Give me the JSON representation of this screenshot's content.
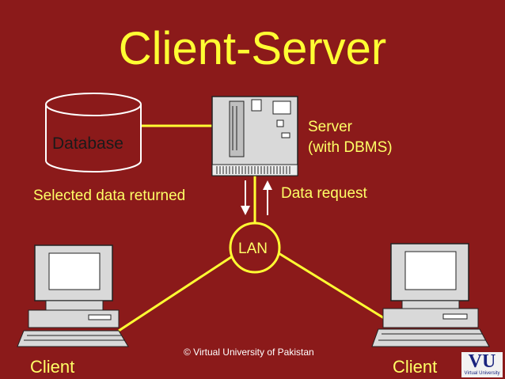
{
  "title": "Client-Server",
  "database": {
    "label": "Database"
  },
  "server": {
    "label_line1": "Server",
    "label_line2": "(with DBMS)"
  },
  "arrows": {
    "returned_label": "Selected data returned",
    "request_label": "Data request"
  },
  "network": {
    "label": "LAN"
  },
  "clients": {
    "left_label": "Client",
    "right_label": "Client"
  },
  "footer": {
    "copyright": "© Virtual University of Pakistan",
    "logo_text": "VU",
    "logo_subtext": "Virtual University"
  },
  "colors": {
    "background": "#8b1a1a",
    "title": "#ffff33",
    "text": "#ffff66",
    "lines": "#ffff33"
  }
}
